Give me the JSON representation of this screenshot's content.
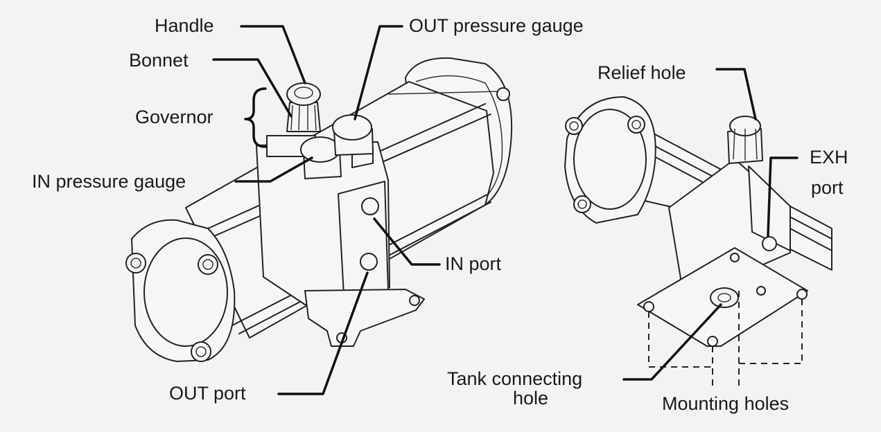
{
  "labels": {
    "handle": "Handle",
    "bonnet": "Bonnet",
    "governor": "Governor",
    "in_gauge": "IN  pressure  gauge",
    "out_gauge": "OUT pressure gauge",
    "in_port": "IN port",
    "out_port": "OUT  port",
    "relief_hole": "Relief  hole",
    "exh_port_1": "EXH",
    "exh_port_2": "port",
    "tank_hole_1": "Tank connecting",
    "tank_hole_2": "hole",
    "mounting_holes": "Mounting holes"
  },
  "colors": {
    "line": "#222222",
    "background": "#f4f3f1"
  }
}
